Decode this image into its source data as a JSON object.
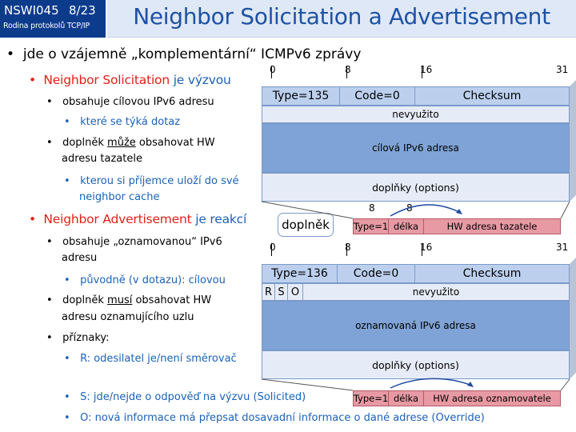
{
  "header": {
    "code": "NSWI045",
    "page": "8/23",
    "subtitle": "Rodina protokolů TCP/IP",
    "title": "Neighbor Solicitation a Advertisement"
  },
  "bullets": {
    "main": "jde o vzájemně „komplementární“ ICMPv6 zprávy",
    "ns_title": "Neighbor Solicitation",
    "ns_suffix": " je výzvou",
    "ns_item1": "obsahuje cílovou IPv6 adresu",
    "ns_item1_sub": "které se týká dotaz",
    "ns_item2_a": "doplněk ",
    "ns_item2_u": "může",
    "ns_item2_b": " obsahovat HW",
    "ns_item2_c": "adresu tazatele",
    "ns_item2_sub_a": "kterou si příjemce uloží do své",
    "ns_item2_sub_b": "neighbor cache",
    "na_title": "Neighbor Advertisement",
    "na_suffix": " je reakcí",
    "na_item1_a": "obsahuje „oznamovanou“ IPv6",
    "na_item1_b": "adresu",
    "na_item1_sub": "původně (v dotazu): cílovou",
    "na_item2_a": "doplněk ",
    "na_item2_u": "musí",
    "na_item2_b": " obsahovat HW",
    "na_item2_c": "adresu oznamujícího uzlu",
    "na_item3": "příznaky:",
    "na_flag_r": "R: odesilatel je/není směrovač",
    "na_flag_s": "S: jde/nejde o odpověď na výzvu (Solicited)",
    "na_flag_o": "O: nová informace má přepsat dosavadní informace o dané adrese (Override)"
  },
  "packet_ns": {
    "bits": [
      "0",
      "8",
      "16",
      "31"
    ],
    "type": "Type=135",
    "code": "Code=0",
    "checksum": "Checksum",
    "reserved": "nevyužito",
    "target": "cílová IPv6 adresa",
    "options": "doplňky (options)",
    "opt_bits": [
      "8",
      "8"
    ],
    "opt_type": "Type=1",
    "opt_len": "délka",
    "opt_addr": "HW adresa tazatele",
    "callout": "doplněk"
  },
  "packet_na": {
    "bits": [
      "0",
      "8",
      "16",
      "31"
    ],
    "type": "Type=136",
    "code": "Code=0",
    "checksum": "Checksum",
    "flag_r": "R",
    "flag_s": "S",
    "flag_o": "O",
    "reserved": "nevyužito",
    "target": "oznamovaná IPv6 adresa",
    "options": "doplňky (options)",
    "opt_type": "Type=1",
    "opt_len": "délka",
    "opt_addr": "HW adresa oznamovatele"
  },
  "colors": {
    "header_dark": "#0d3b8c",
    "header_light": "#dfe8f6",
    "title": "#1e52a4",
    "red": "#e0211a",
    "blue": "#1b62b8",
    "packet_header": "#bcd0ee",
    "packet_mid": "#7fa3d6",
    "option": "#e89aa4"
  }
}
